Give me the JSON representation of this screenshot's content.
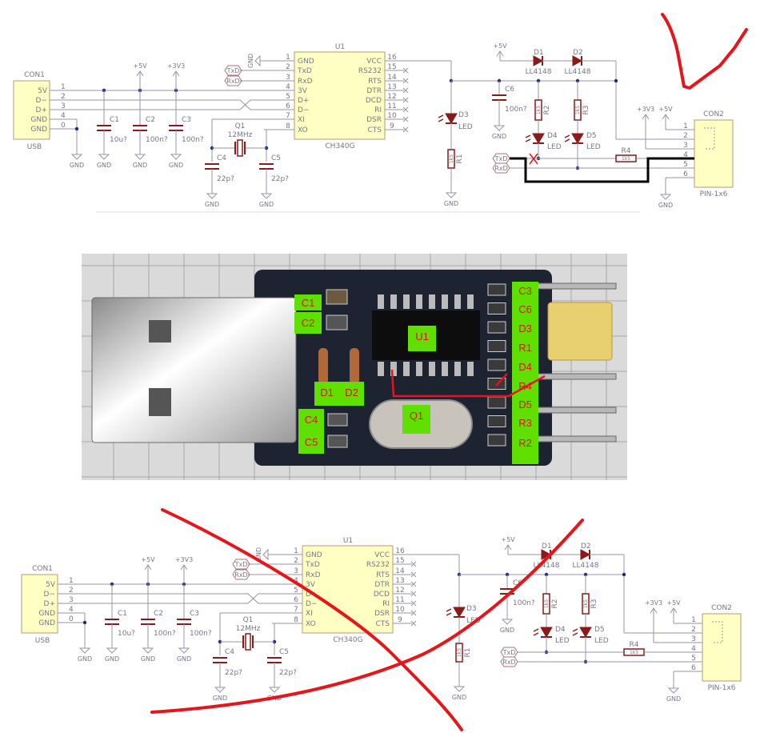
{
  "schematic": {
    "con1": {
      "ref": "CON1",
      "value": "USB",
      "pins": [
        {
          "name": "5V",
          "num": "1"
        },
        {
          "name": "D−",
          "num": "2"
        },
        {
          "name": "D+",
          "num": "3"
        },
        {
          "name": "GND",
          "num": "4"
        },
        {
          "name": "GND",
          "num": "0"
        }
      ]
    },
    "u1": {
      "ref": "U1",
      "value": "CH340G",
      "left": [
        {
          "num": "1",
          "name": "GND"
        },
        {
          "num": "2",
          "name": "TxD"
        },
        {
          "num": "3",
          "name": "RxD"
        },
        {
          "num": "4",
          "name": "3V"
        },
        {
          "num": "5",
          "name": "D+"
        },
        {
          "num": "6",
          "name": "D−"
        },
        {
          "num": "7",
          "name": "XI"
        },
        {
          "num": "8",
          "name": "XO"
        }
      ],
      "right": [
        {
          "num": "16",
          "name": "VCC"
        },
        {
          "num": "15",
          "name": "RS232"
        },
        {
          "num": "14",
          "name": "RTS"
        },
        {
          "num": "13",
          "name": "DTR"
        },
        {
          "num": "12",
          "name": "DCD"
        },
        {
          "num": "11",
          "name": "RI"
        },
        {
          "num": "10",
          "name": "DSR"
        },
        {
          "num": "9",
          "name": "CTS"
        }
      ]
    },
    "power": {
      "p5v": "+5V",
      "p3v3": "+3V3",
      "gnd": "GND"
    },
    "net_labels": {
      "txd": "TxD",
      "rxd": "RxD"
    },
    "c1": {
      "ref": "C1",
      "value": "10u?"
    },
    "c2": {
      "ref": "C2",
      "value": "100n?"
    },
    "c3": {
      "ref": "C3",
      "value": "100n?"
    },
    "c4": {
      "ref": "C4",
      "value": "22p?"
    },
    "c5": {
      "ref": "C5",
      "value": "22p?"
    },
    "c6": {
      "ref": "C6",
      "value": "100n?"
    },
    "q1": {
      "ref": "Q1",
      "value": "12MHz"
    },
    "d1": {
      "ref": "D1",
      "value": "LL4148"
    },
    "d2": {
      "ref": "D2",
      "value": "LL4148"
    },
    "d3": {
      "ref": "D3",
      "value": "LED"
    },
    "d4": {
      "ref": "D4",
      "value": "LED"
    },
    "d5": {
      "ref": "D5",
      "value": "LED"
    },
    "r1": {
      "ref": "R1",
      "value": "1k5"
    },
    "r2": {
      "ref": "R2",
      "value": "1k5"
    },
    "r3": {
      "ref": "R3",
      "value": "1k5"
    },
    "r4": {
      "ref": "R4",
      "value": "1k5"
    },
    "con2": {
      "ref": "CON2",
      "value": "PIN-1x6",
      "pins": [
        "1",
        "2",
        "3",
        "4",
        "5",
        "6"
      ]
    }
  },
  "photo": {
    "labels": [
      "C1",
      "C2",
      "C3",
      "C6",
      "D3",
      "R1",
      "D4",
      "R4",
      "D5",
      "R3",
      "R2",
      "U1",
      "D1",
      "D2",
      "C4",
      "C5",
      "Q1"
    ]
  },
  "colors": {
    "annotation": "#e8141a",
    "label_bg": "#5fe000",
    "label_text": "#e01010",
    "component": "#8b1a1a",
    "wire": "#9a92a8"
  }
}
